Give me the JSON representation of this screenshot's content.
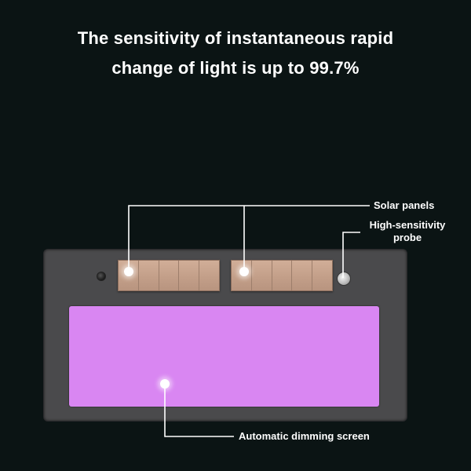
{
  "headline": {
    "line1": "The sensitivity of instantaneous rapid",
    "line2": "change of light is up to 99.7%"
  },
  "callouts": {
    "solar_panels": "Solar panels",
    "probe": "High-sensitivity probe",
    "dimming_screen": "Automatic dimming screen"
  },
  "colors": {
    "background": "#0b1414",
    "device_body": "#4a4a4c",
    "solar_panel": "#c9a58e",
    "screen": "#d986f2",
    "text": "#ffffff"
  }
}
